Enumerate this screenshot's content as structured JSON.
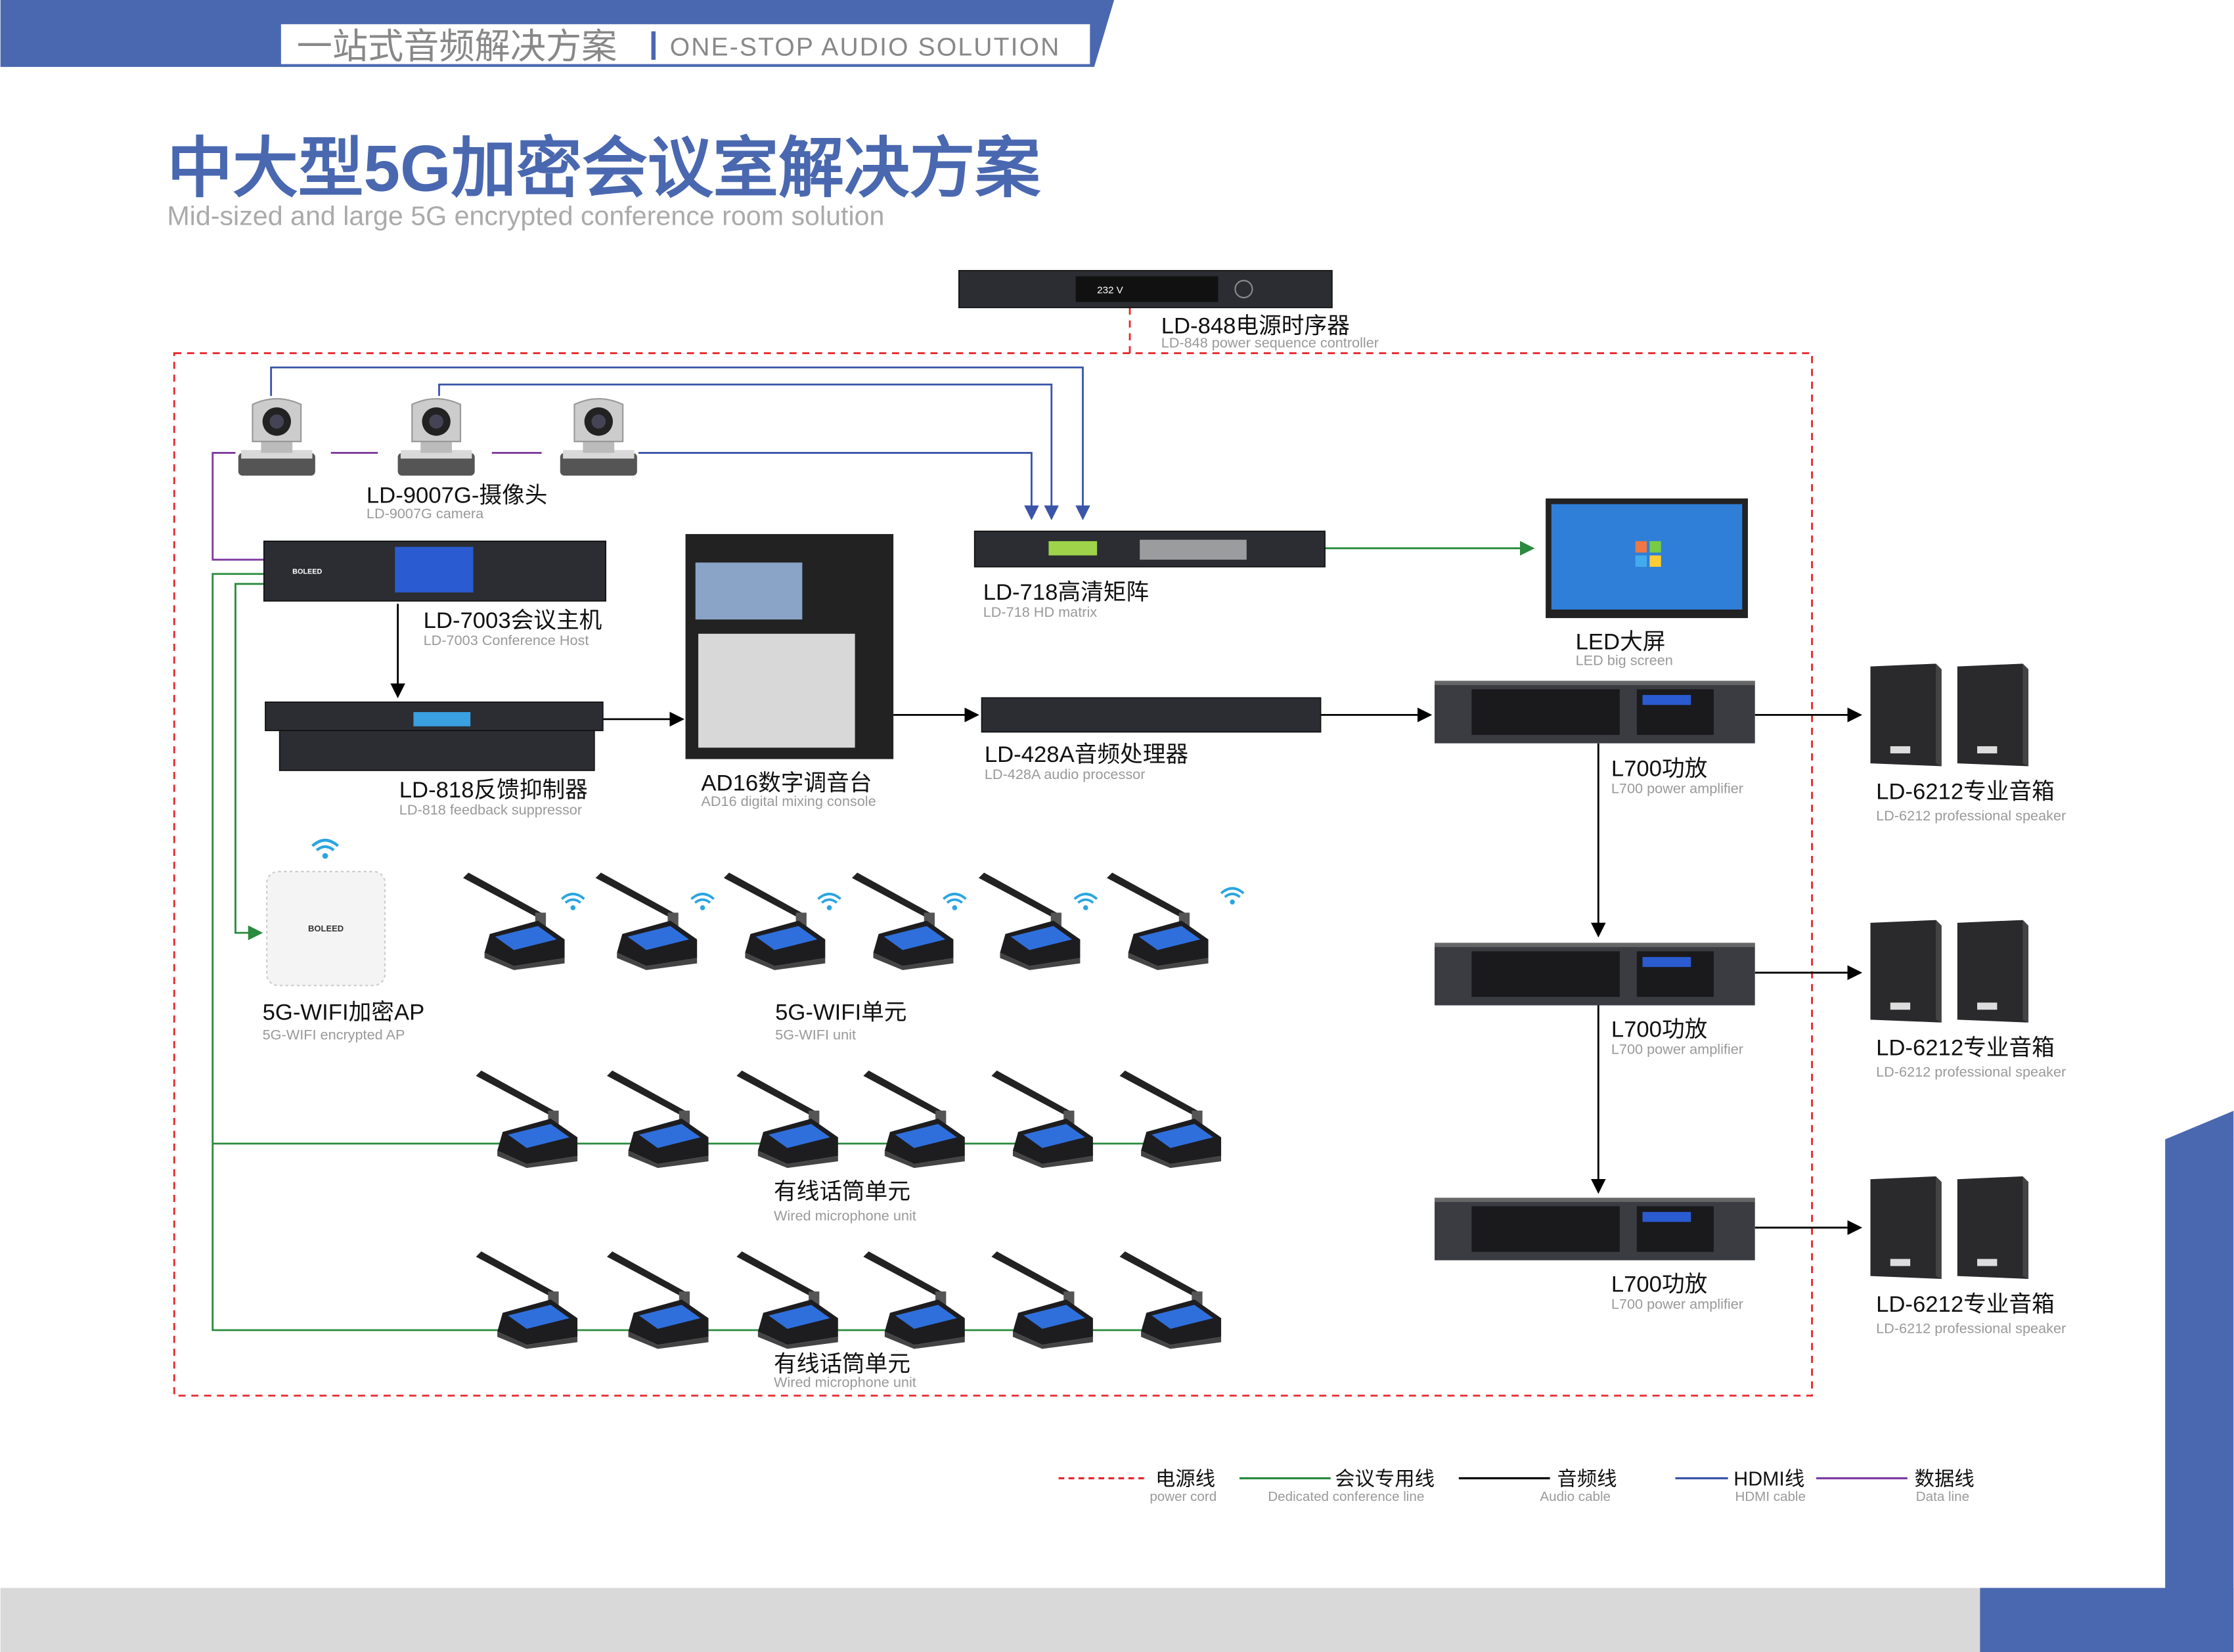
{
  "header": {
    "cn": "一站式音频解决方案",
    "en": "ONE-STOP AUDIO SOLUTION"
  },
  "title": {
    "cn": "中大型5G加密会议室解决方案",
    "en": "Mid-sized and large 5G encrypted conference room solution"
  },
  "devices": {
    "sequencer": {
      "cn": "LD-848电源时序器",
      "en": "LD-848 power sequence controller",
      "display": "232 V"
    },
    "camera": {
      "cn": "LD-9007G-摄像头",
      "en": "LD-9007G camera"
    },
    "host": {
      "cn": "LD-7003会议主机",
      "en": "LD-7003 Conference Host"
    },
    "suppressor": {
      "cn": "LD-818反馈抑制器",
      "en": "LD-818 feedback suppressor"
    },
    "mixer": {
      "cn": "AD16数字调音台",
      "en": "AD16 digital mixing console"
    },
    "matrix": {
      "cn": "LD-718高清矩阵",
      "en": "LD-718 HD matrix"
    },
    "led": {
      "cn": "LED大屏",
      "en": "LED big screen"
    },
    "processor": {
      "cn": "LD-428A音频处理器",
      "en": "LD-428A audio processor"
    },
    "amp": {
      "cn": "L700功放",
      "en": "L700 power amplifier"
    },
    "speaker": {
      "cn": "LD-6212专业音箱",
      "en": "LD-6212 professional speaker"
    },
    "ap": {
      "cn": "5G-WIFI加密AP",
      "en": "5G-WIFI encrypted AP",
      "brand": "BOLEED"
    },
    "wifi_unit": {
      "cn": "5G-WIFI单元",
      "en": "5G-WIFI unit"
    },
    "wired_unit": {
      "cn": "有线话筒单元",
      "en": "Wired microphone unit"
    }
  },
  "brand": "BOLEED",
  "legend": [
    {
      "cn": "电源线",
      "en": "power cord",
      "color": "#e8262d",
      "style": "dashed"
    },
    {
      "cn": "会议专用线",
      "en": "Dedicated conference line",
      "color": "#2a8a3e",
      "style": "solid"
    },
    {
      "cn": "音频线",
      "en": "Audio cable",
      "color": "#000000",
      "style": "solid"
    },
    {
      "cn": "HDMI线",
      "en": "HDMI cable",
      "color": "#3a55a8",
      "style": "solid"
    },
    {
      "cn": "数据线",
      "en": "Data line",
      "color": "#7d3aa0",
      "style": "solid"
    }
  ],
  "colors": {
    "brand_blue": "#4a68b0",
    "gray_band": "#d9d9d9"
  }
}
